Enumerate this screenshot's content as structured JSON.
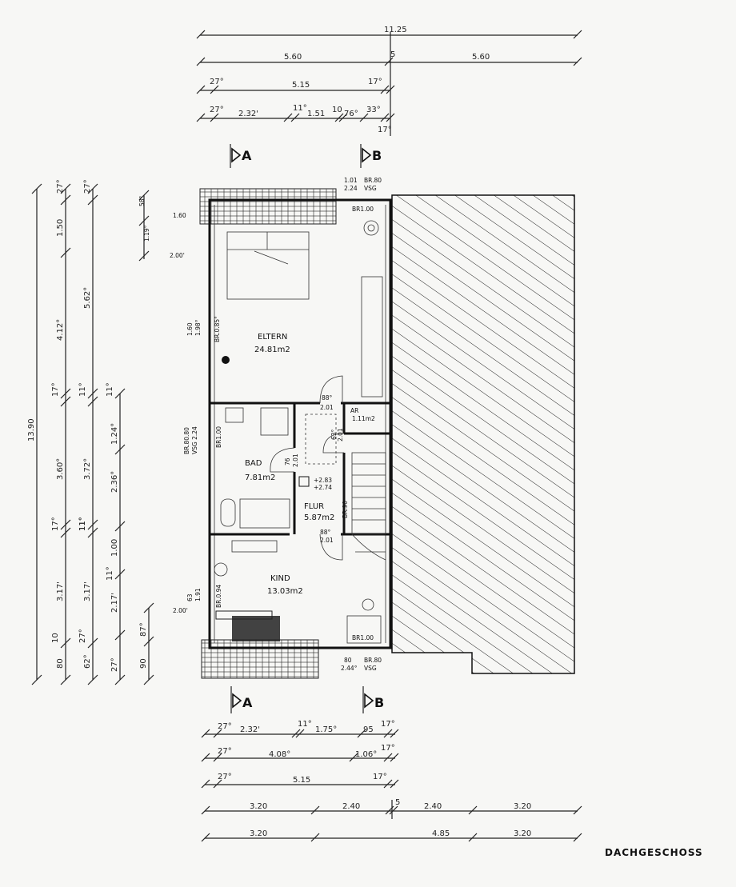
{
  "title": "DACHGESCHOSS",
  "sections": {
    "a": "A",
    "b": "B"
  },
  "rooms": {
    "eltern": {
      "name": "ELTERN",
      "area": "24.81m2"
    },
    "bad": {
      "name": "BAD",
      "area": "7.81m2"
    },
    "flur": {
      "name": "FLUR",
      "area": "5.87m2"
    },
    "kind": {
      "name": "KIND",
      "area": "13.03m2"
    },
    "ar": {
      "name": "AR",
      "area": "1.11m2"
    }
  },
  "top_dims": {
    "row1": [
      "11.25"
    ],
    "row2": [
      "5.60",
      "5",
      "5.60"
    ],
    "row3": [
      "27°",
      "5.15",
      "17°"
    ],
    "row4": [
      "27°",
      "2.32'",
      "11°",
      "1.51",
      "10",
      "76°",
      "33°",
      "17°"
    ]
  },
  "bottom_dims": {
    "row1": [
      "27°",
      "2.32'",
      "11°",
      "1.75°",
      "95",
      "17°"
    ],
    "row2": [
      "27°",
      "4.08°",
      "1.06°",
      "17°"
    ],
    "row3": [
      "27°",
      "5.15",
      "17°"
    ],
    "row4": [
      "3.20",
      "2.40",
      "5",
      "2.40",
      "3.20"
    ],
    "row5": [
      "3.20",
      "4.85",
      "3.20"
    ]
  },
  "left_dims": {
    "outer": [
      "13.90"
    ],
    "col2": [
      "27°",
      "1.50",
      "4.12°",
      "17°",
      "3.60°",
      "17°",
      "3.17'",
      "10",
      "80"
    ],
    "col3": [
      "27°",
      "5.62°",
      "11°",
      "3.72°",
      "11°",
      "1.00",
      "11°",
      "3.17'",
      "2.17'",
      "27°",
      "62°"
    ],
    "col4": [
      "11°",
      "1.24°",
      "2.36°",
      "11°",
      "27°"
    ],
    "col5": [
      "90",
      "87°"
    ]
  },
  "openings": {
    "top_win": [
      "1.01",
      "2.24",
      "BR.80",
      "VSG"
    ],
    "br_top": "BR1.00",
    "top_left": [
      "58°",
      "1.60",
      "1.19°",
      "2.00'"
    ],
    "eltern_win": [
      "1.60",
      "1.98°",
      "BR.0.85°"
    ],
    "door_eltern": [
      "88°",
      "2.01"
    ],
    "door_ar": [
      "63°",
      "2.01"
    ],
    "bad_win": [
      "BR.80.80",
      "VSG 2.24",
      "BR1.00"
    ],
    "door_bad": [
      "76",
      "2.01"
    ],
    "level": [
      "+2.83",
      "+2.74"
    ],
    "stair": "BR.90",
    "door_kind": [
      "88°",
      "2.01"
    ],
    "kind_win": [
      "63",
      "1.91",
      "BR.0.94"
    ],
    "kind_h": "2.00'",
    "br_bottom": "BR1.00",
    "bot_win": [
      "80",
      "2.44°",
      "BR.80",
      "VSG"
    ]
  }
}
